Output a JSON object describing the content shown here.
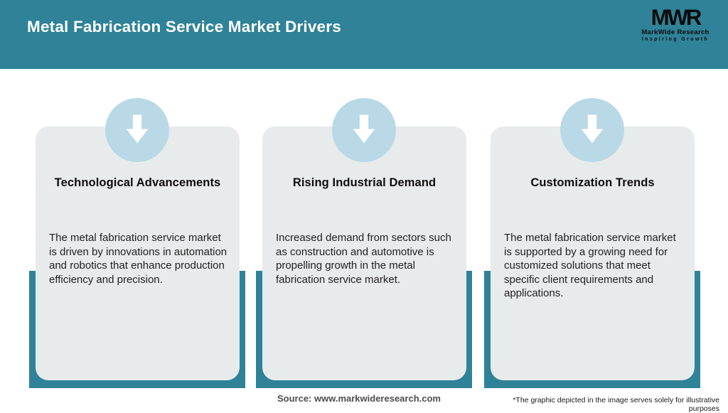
{
  "header": {
    "title": "Metal Fabrication Service Market Drivers",
    "logo": {
      "monogram": "MWR",
      "name": "MarkWide Research",
      "tagline": "Inspiring Growth"
    }
  },
  "cards": [
    {
      "icon": "arrow-down-icon",
      "title": "Technological Advancements",
      "description": "The metal fabrication service market is driven by innovations in automation and robotics that enhance production efficiency and precision."
    },
    {
      "icon": "arrow-down-icon",
      "title": "Rising Industrial Demand",
      "description": "Increased demand from sectors such as construction and automotive is propelling growth in the metal fabrication service market."
    },
    {
      "icon": "arrow-down-icon",
      "title": "Customization Trends",
      "description": "The metal fabrication service market is supported by a growing need for customized solutions that meet specific client requirements and applications."
    }
  ],
  "footer": {
    "source": "Source: www.markwideresearch.com",
    "disclaimer": "*The graphic depicted in the image serves solely for illustrative purposes"
  },
  "colors": {
    "teal": "#2F8298",
    "card_bg": "#E8EBEB",
    "icon_circle": "#B9D9E6",
    "title_text": "#0d0d0d",
    "body_text": "#1f1f1f",
    "source_text": "#4d4d4d"
  }
}
